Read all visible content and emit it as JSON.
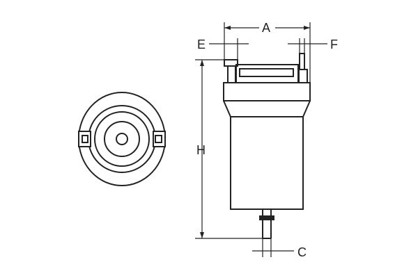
{
  "diagram": {
    "type": "technical-drawing",
    "subject": "filter housing dimensional drawing",
    "views": [
      "top view",
      "side view"
    ],
    "line_color": "#222222",
    "background": "#ffffff",
    "dimension_labels": {
      "A": "A",
      "E": "E",
      "F": "F",
      "H": "H",
      "C": "C"
    }
  }
}
